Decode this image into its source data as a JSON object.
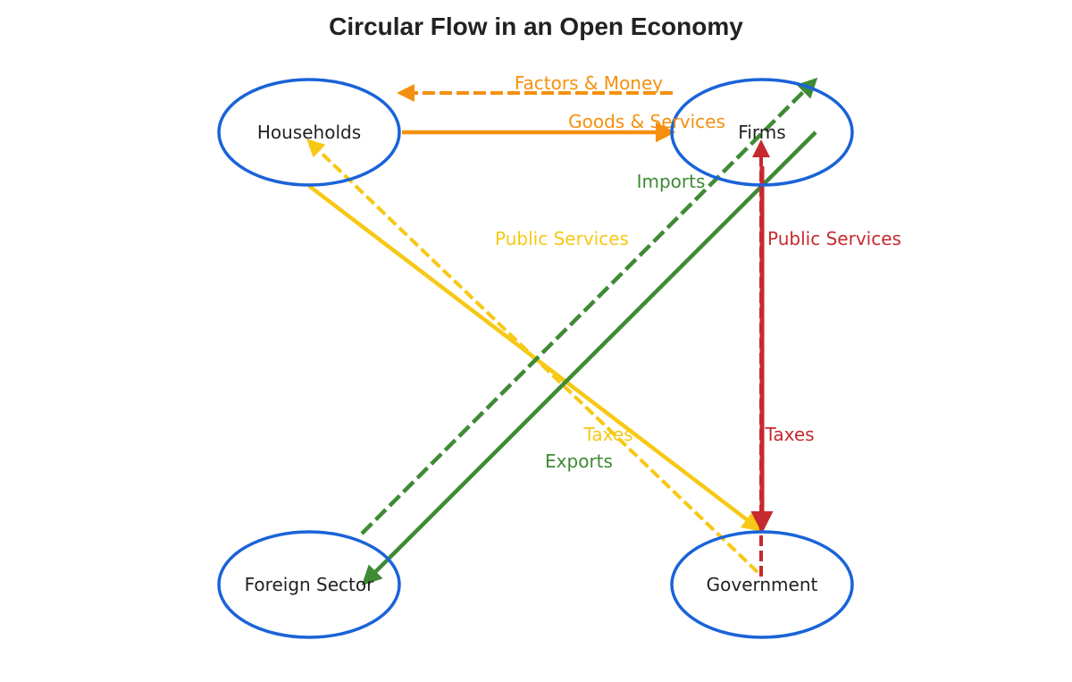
{
  "title": "Circular Flow in an Open Economy",
  "colors": {
    "node_outline": "#1a63d8",
    "orange": "#f5900f",
    "yellow": "#f7c815",
    "green": "#3f8a35",
    "red": "#c62a2f",
    "text": "#222222"
  },
  "nodes": {
    "households": "Households",
    "firms": "Firms",
    "foreign": "Foreign Sector",
    "government": "Government"
  },
  "flows": {
    "factors_money": "Factors & Money",
    "goods_services": "Goods & Services",
    "imports": "Imports",
    "exports": "Exports",
    "public_services_yellow": "Public Services",
    "taxes_yellow": "Taxes",
    "public_services_red": "Public Services",
    "taxes_red": "Taxes"
  }
}
